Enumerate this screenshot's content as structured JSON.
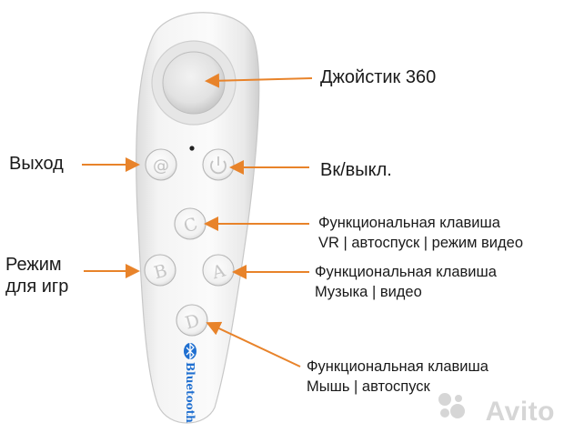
{
  "labels": {
    "joystick": "Джойстик 360",
    "exit": "Выход",
    "power": "Вк/выкл.",
    "game_mode_1": "Режим",
    "game_mode_2": "для игр",
    "key_c_line1": "Функциональная клавиша",
    "key_c_line2": "VR | автоспуск | режим видео",
    "key_a_line1": "Функциональная клавиша",
    "key_a_line2": "Музыка |  видео",
    "key_d_line1": "Функциональная клавиша",
    "key_d_line2": "Мышь | автоспуск"
  },
  "remote": {
    "button_c": "C",
    "button_b": "B",
    "button_a": "A",
    "button_d": "D",
    "bluetooth_text": "Bluetooth"
  },
  "watermark": "Avito",
  "colors": {
    "arrow": "#e8832a",
    "remote_body": "#f3f3f3",
    "button_letter": "#c9c9c9",
    "bluetooth": "#1f6fd0"
  }
}
